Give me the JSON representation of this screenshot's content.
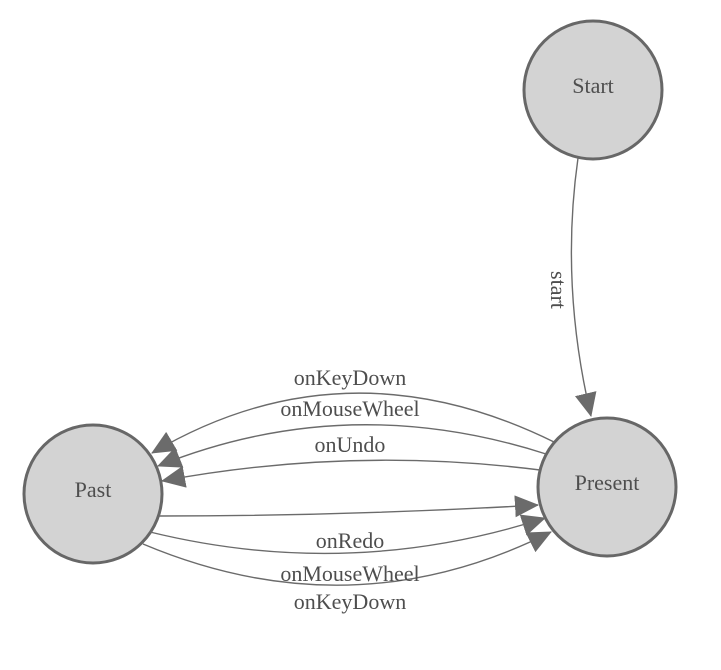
{
  "diagram": {
    "kind": "finite-state-machine",
    "nodes": [
      {
        "id": "start",
        "label": "Start"
      },
      {
        "id": "past",
        "label": "Past"
      },
      {
        "id": "present",
        "label": "Present"
      }
    ],
    "edges": [
      {
        "from": "Start",
        "to": "Present",
        "label": "start"
      },
      {
        "from": "Present",
        "to": "Past",
        "label": "onKeyDown"
      },
      {
        "from": "Present",
        "to": "Past",
        "label": "onMouseWheel"
      },
      {
        "from": "Present",
        "to": "Past",
        "label": "onUndo"
      },
      {
        "from": "Past",
        "to": "Present",
        "label": "onRedo"
      },
      {
        "from": "Past",
        "to": "Present",
        "label": "onMouseWheel"
      },
      {
        "from": "Past",
        "to": "Present",
        "label": "onKeyDown"
      }
    ],
    "colors": {
      "background": "#ffffff",
      "node_fill": "#d3d3d3",
      "node_stroke": "#676767",
      "edge_stroke": "#6b6b6b",
      "arrow_fill": "#6b6b6b",
      "label_text": "#4e4e4e"
    }
  }
}
